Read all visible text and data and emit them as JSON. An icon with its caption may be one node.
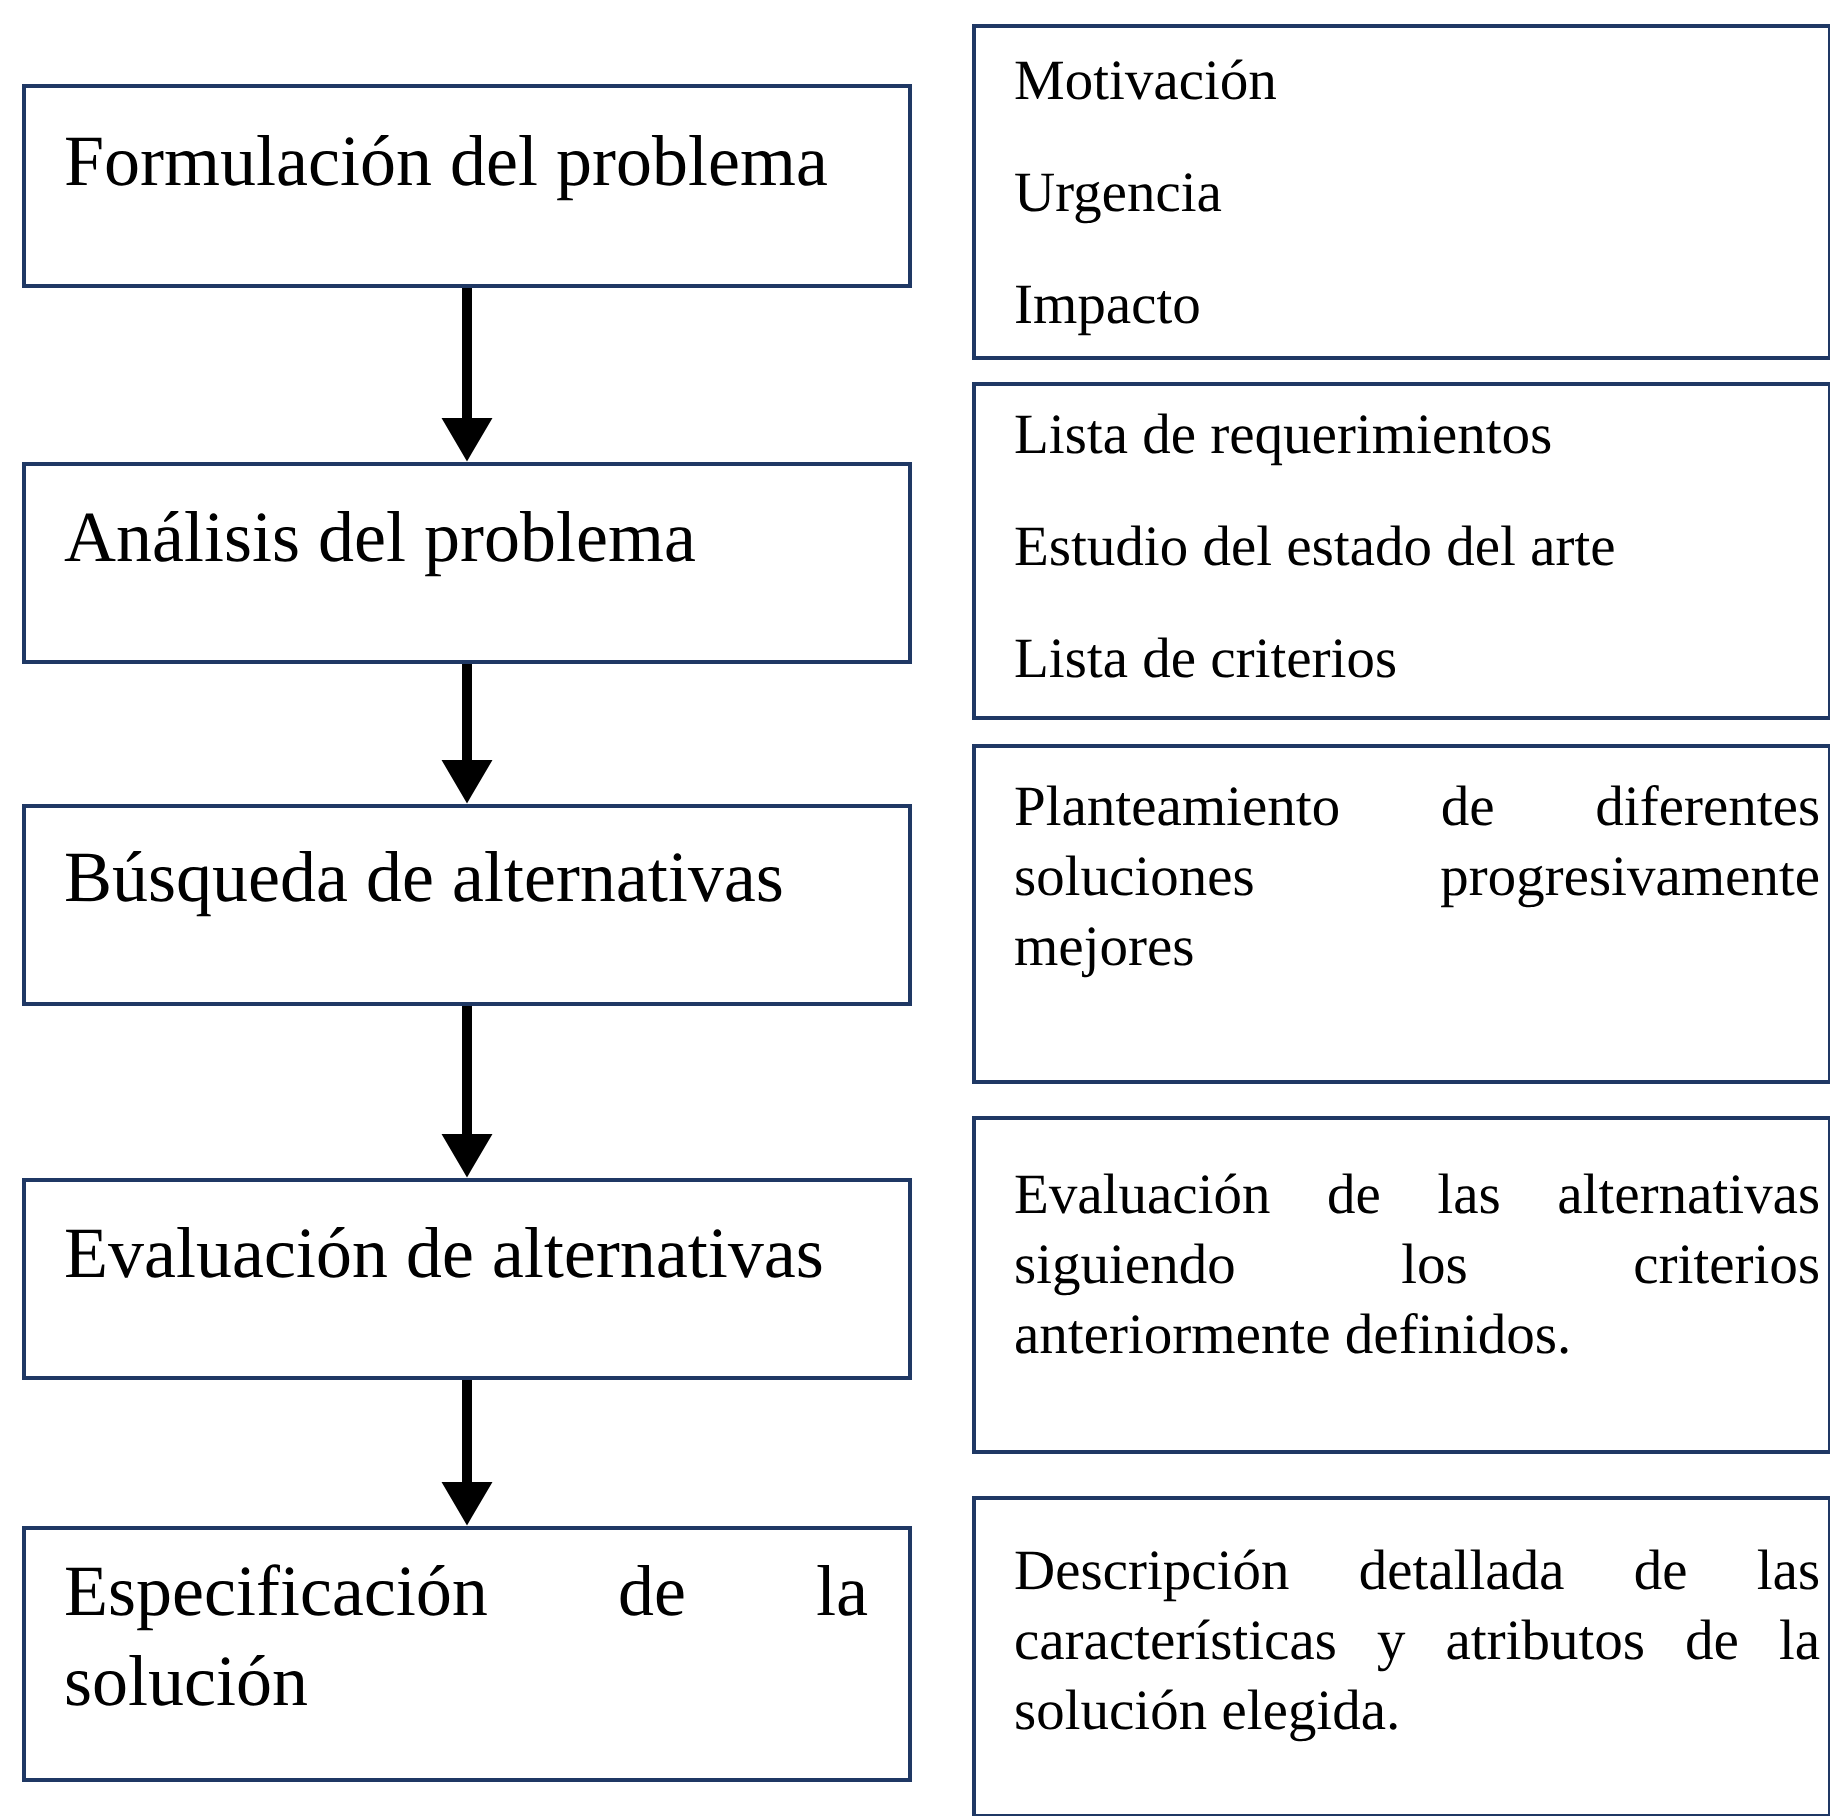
{
  "diagram": {
    "nodes": [
      {
        "text": [
          "Formulación del problema"
        ]
      },
      {
        "text": [
          "Análisis del problema"
        ]
      },
      {
        "text": [
          "Búsqueda de alternativas"
        ]
      },
      {
        "text": [
          "Evaluación de alternativas"
        ]
      },
      {
        "text": [
          "Especificación de la solución"
        ]
      },
      {
        "text": [
          "Motivación",
          "Urgencia",
          "Impacto"
        ]
      },
      {
        "text": [
          "Lista de requerimientos",
          "Estudio del estado del arte",
          "Lista de criterios"
        ]
      },
      {
        "text": [
          "Planteamiento de diferentes soluciones progresivamente mejores"
        ]
      },
      {
        "text": [
          "Evaluación de las alternativas siguiendo los criterios anteriormente definidos."
        ]
      },
      {
        "text": [
          "Descripción detallada de las características y atributos de la solución elegida."
        ]
      }
    ],
    "edges": [
      {
        "from": 0,
        "to": 1,
        "arrow": "to"
      },
      {
        "from": 1,
        "to": 2,
        "arrow": "to"
      },
      {
        "from": 2,
        "to": 3,
        "arrow": "to"
      },
      {
        "from": 3,
        "to": 4,
        "arrow": "to"
      }
    ]
  }
}
